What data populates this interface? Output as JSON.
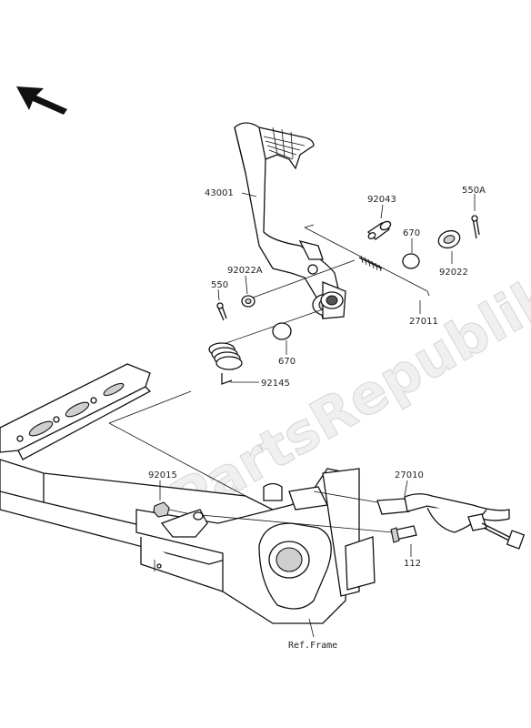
{
  "watermark": "PartsRepublik",
  "direction_icon": "front-arrow-icon",
  "labels": {
    "p43001": "43001",
    "p92043": "92043",
    "p550A": "550A",
    "p670a": "670",
    "p92022": "92022",
    "p92022A": "92022A",
    "p550": "550",
    "p27011": "27011",
    "p670b": "670",
    "p92145": "92145",
    "p92015": "92015",
    "p27010": "27010",
    "p112": "112",
    "ref_frame": "Ref.Frame"
  }
}
